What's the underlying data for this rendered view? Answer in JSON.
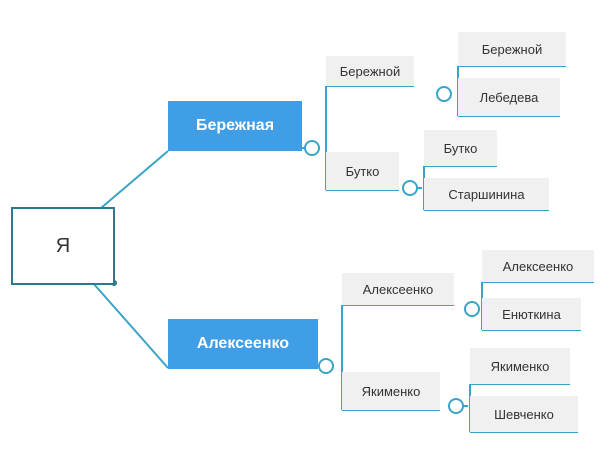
{
  "root": {
    "label": "Я"
  },
  "branches": [
    {
      "label": "Бережная",
      "children": [
        {
          "label": "Бережной",
          "children": [
            "Бережной",
            "Лебедева"
          ]
        },
        {
          "label": "Бутко",
          "children": [
            "Бутко",
            "Старшинина"
          ]
        }
      ]
    },
    {
      "label": "Алексеенко",
      "children": [
        {
          "label": "Алексеенко",
          "children": [
            "Алексеенко",
            "Енюткина"
          ]
        },
        {
          "label": "Якименко",
          "children": [
            "Якименко",
            "Шевченко"
          ]
        }
      ]
    }
  ],
  "colors": {
    "line": "#3aa3c8",
    "main_fill": "#3f9ee6",
    "leaf_fill": "#f0f0f0",
    "root_border": "#2b7a8f"
  }
}
